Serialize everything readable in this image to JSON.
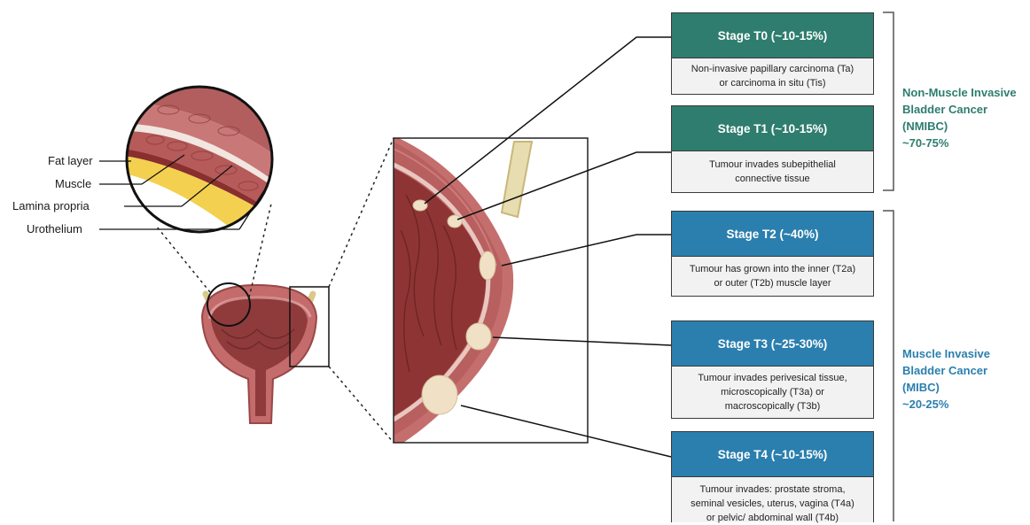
{
  "layer_labels": {
    "fat": "Fat layer",
    "muscle": "Muscle",
    "lamina": "Lamina propria",
    "urothelium": "Urothelium"
  },
  "stages": [
    {
      "title": "Stage T0 (~10-15%)",
      "lines": [
        "Non-invasive papillary carcinoma (Ta)",
        "or carcinoma in situ (Tis)"
      ],
      "color": "#2e7d6e"
    },
    {
      "title": "Stage T1 (~10-15%)",
      "lines": [
        "Tumour invades subepithelial",
        "connective tissue"
      ],
      "color": "#2e7d6e"
    },
    {
      "title": "Stage T2 (~40%)",
      "lines": [
        "Tumour has grown into the inner (T2a)",
        "or outer (T2b) muscle layer"
      ],
      "color": "#2b7fae"
    },
    {
      "title": "Stage T3 (~25-30%)",
      "lines": [
        "Tumour invades perivesical tissue,",
        "microscopically (T3a) or",
        "macroscopically (T3b)"
      ],
      "color": "#2b7fae"
    },
    {
      "title": "Stage T4 (~10-15%)",
      "lines": [
        "Tumour invades: prostate stroma,",
        "seminal vesicles, uterus, vagina (T4a)",
        "or pelvic/ abdominal wall (T4b)"
      ],
      "color": "#2b7fae"
    }
  ],
  "groups": {
    "nmibc": {
      "lines": [
        "Non-Muscle Invasive",
        "Bladder Cancer",
        "(NMIBC)",
        "~70-75%"
      ],
      "color": "#2e7d6e"
    },
    "mibc": {
      "lines": [
        "Muscle Invasive",
        "Bladder Cancer",
        "(MIBC)",
        "~20-25%"
      ],
      "color": "#2b7fae"
    }
  }
}
